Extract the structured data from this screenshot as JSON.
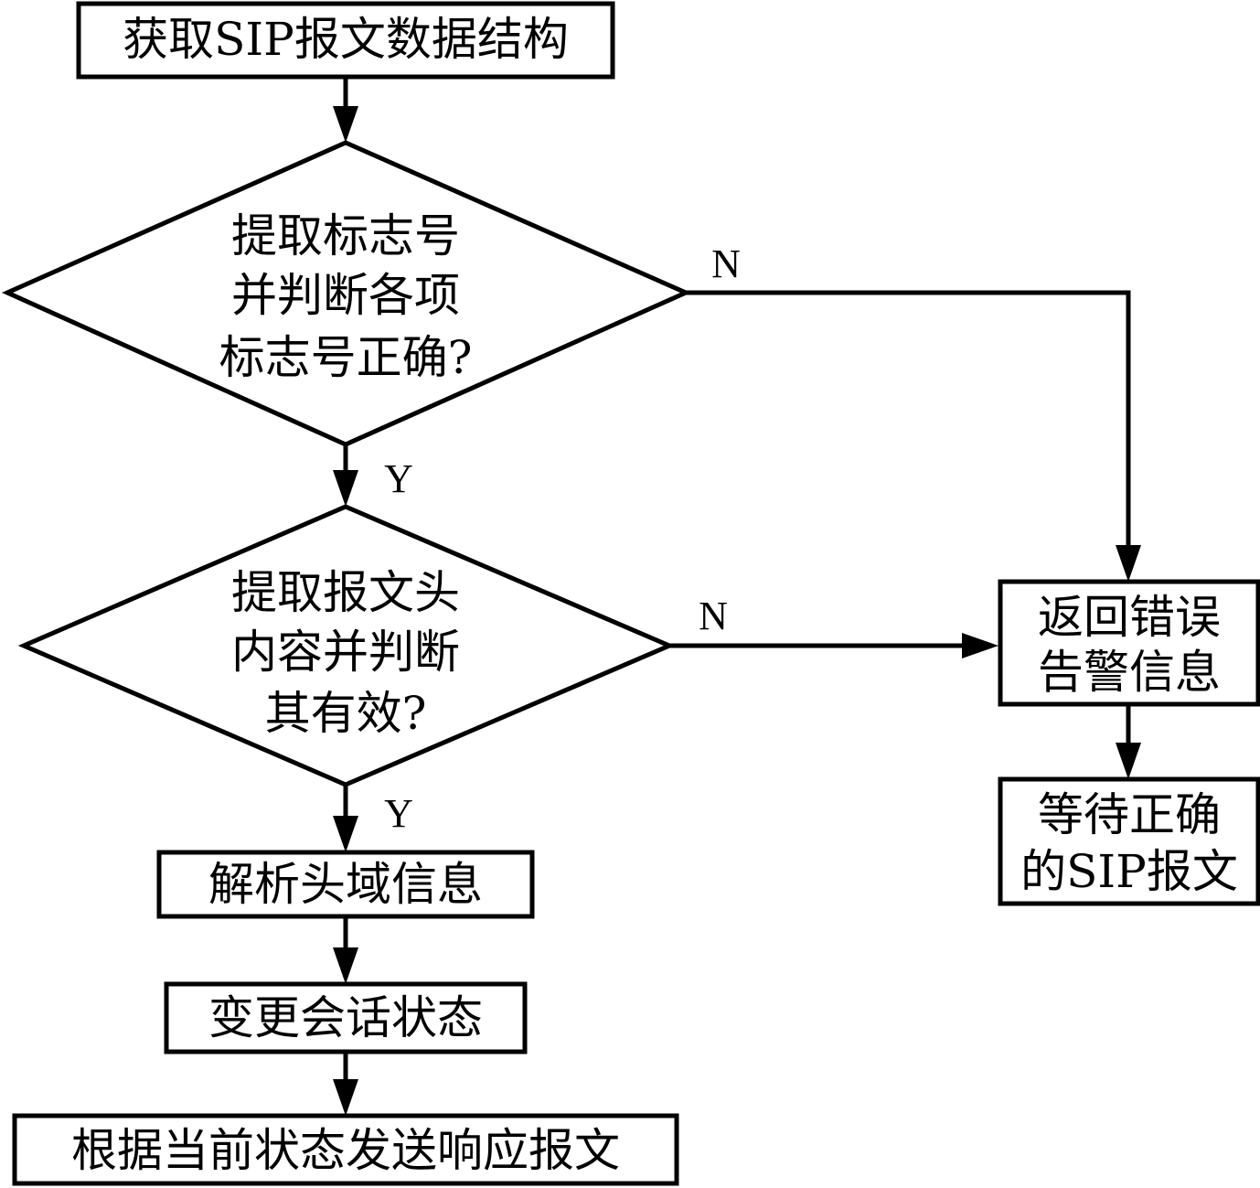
{
  "nodes": {
    "get_struct": "获取SIP报文数据结构",
    "check_flags": [
      "提取标志号",
      "并判断各项",
      "标志号正确?"
    ],
    "check_header": [
      "提取报文头",
      "内容并判断",
      "其有效?"
    ],
    "parse_header": "解析头域信息",
    "change_state": "变更会话状态",
    "send_response": "根据当前状态发送响应报文",
    "return_error": [
      "返回错误",
      "告警信息"
    ],
    "wait_correct": [
      "等待正确",
      "的SIP报文"
    ]
  },
  "edge_labels": {
    "flags_no": "N",
    "flags_yes": "Y",
    "header_no": "N",
    "header_yes": "Y"
  }
}
